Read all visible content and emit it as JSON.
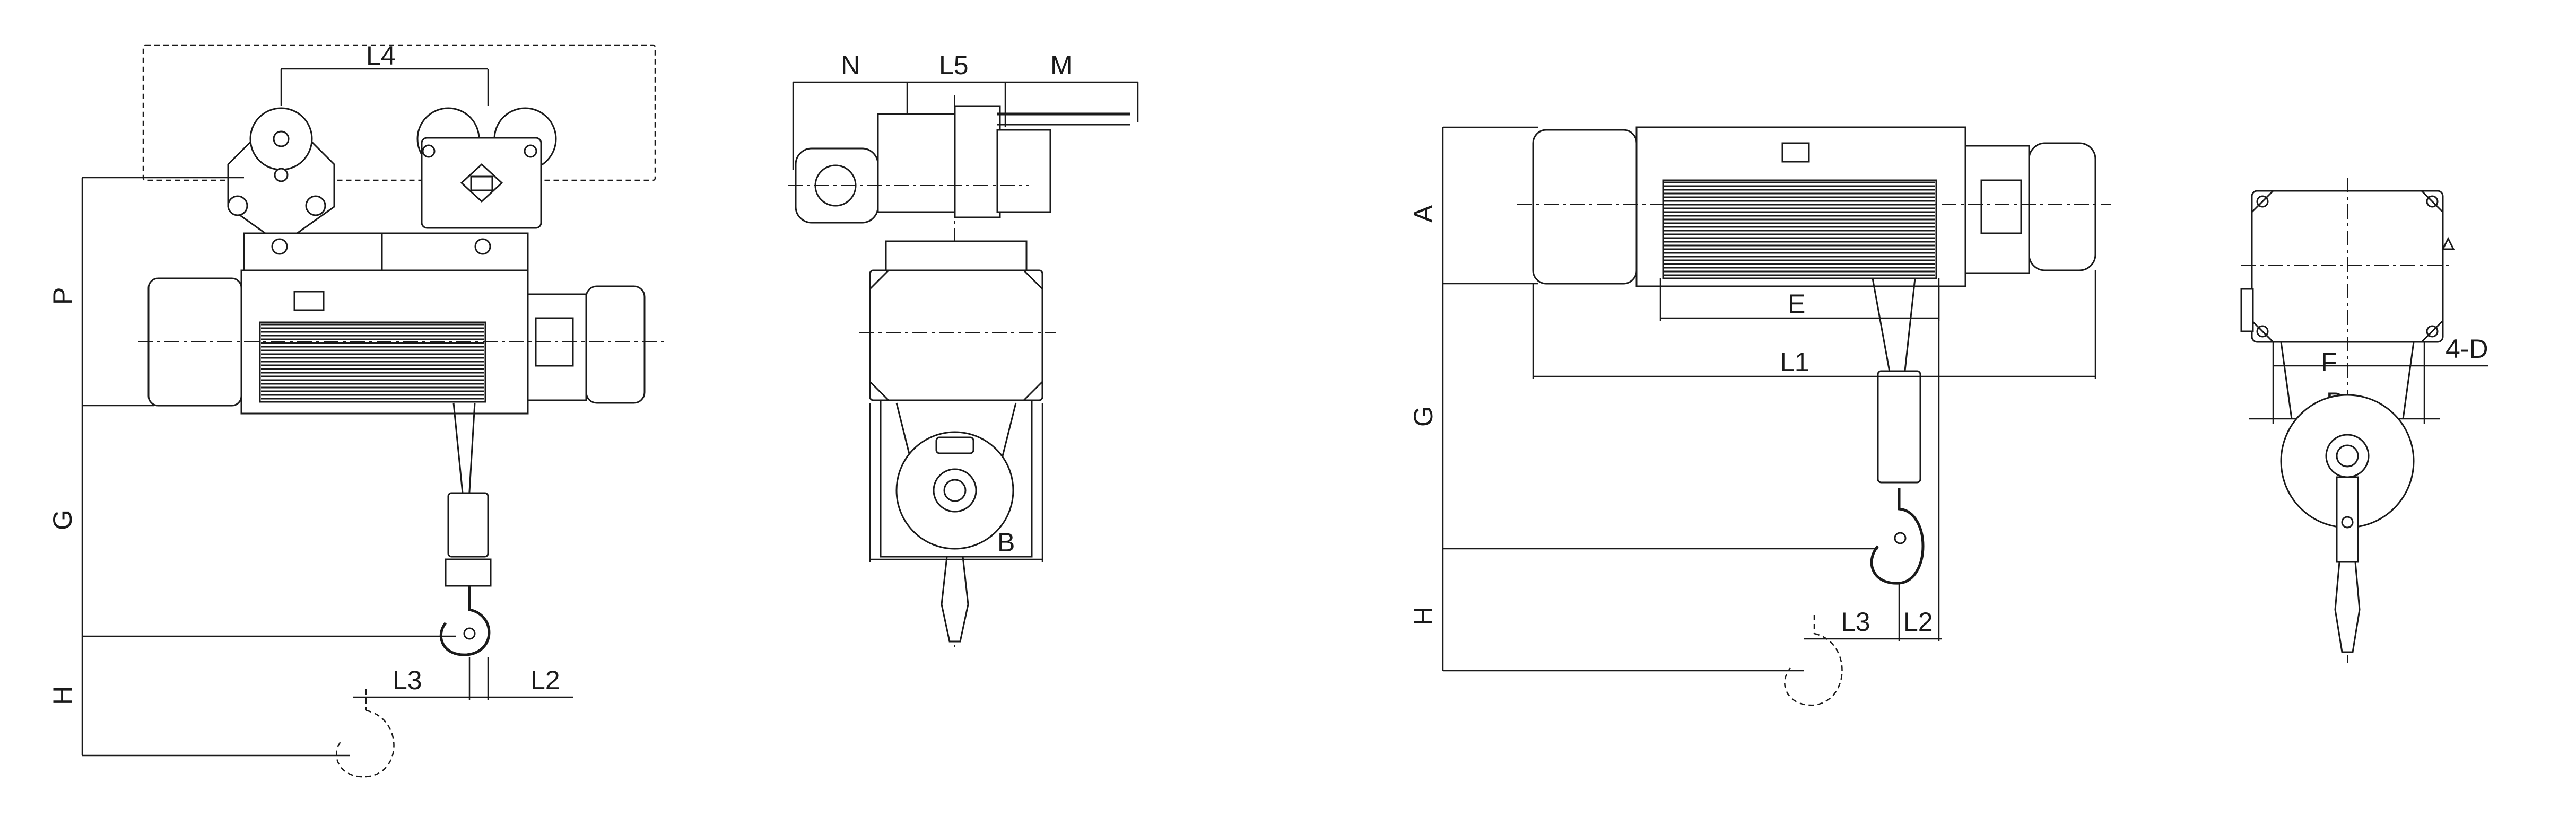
{
  "views": {
    "front_monorail": {
      "labels": {
        "L4": "L4",
        "P": "P",
        "G": "G",
        "H": "H",
        "L3": "L3",
        "L2": "L2"
      }
    },
    "side_monorail": {
      "labels": {
        "N": "N",
        "L5": "L5",
        "M": "M",
        "B": "B"
      }
    },
    "front_fixed": {
      "labels": {
        "A": "A",
        "G": "G",
        "H": "H",
        "E": "E",
        "L1": "L1",
        "L3": "L3",
        "L2": "L2"
      }
    },
    "side_fixed": {
      "labels": {
        "F": "F",
        "B": "B",
        "D": "4-D"
      }
    }
  },
  "colors": {
    "line": "#1a1a1a",
    "background": "#ffffff"
  }
}
